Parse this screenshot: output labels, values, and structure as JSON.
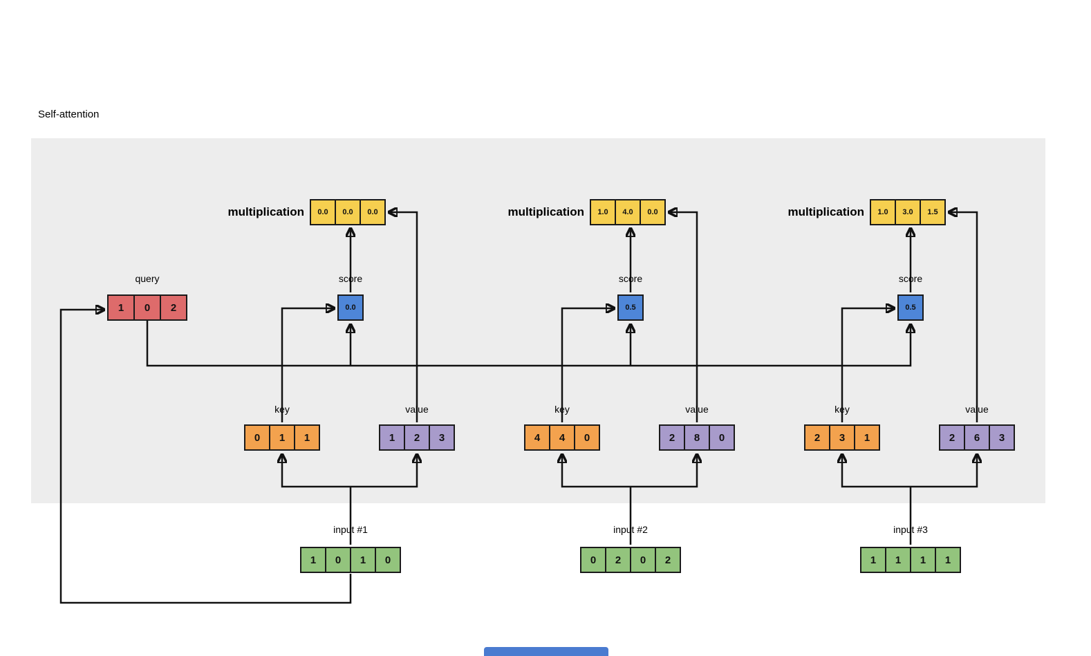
{
  "title": "Self-attention",
  "labels": {
    "multiplication": "multiplication",
    "score": "score",
    "key": "key",
    "value": "value"
  },
  "query": {
    "label": "query",
    "values": [
      "1",
      "0",
      "2"
    ]
  },
  "columns": [
    {
      "multiplication": [
        "0.0",
        "0.0",
        "0.0"
      ],
      "score": "0.0",
      "key": [
        "0",
        "1",
        "1"
      ],
      "value": [
        "1",
        "2",
        "3"
      ],
      "input_label": "input #1",
      "input": [
        "1",
        "0",
        "1",
        "0"
      ]
    },
    {
      "multiplication": [
        "1.0",
        "4.0",
        "0.0"
      ],
      "score": "0.5",
      "key": [
        "4",
        "4",
        "0"
      ],
      "value": [
        "2",
        "8",
        "0"
      ],
      "input_label": "input #2",
      "input": [
        "0",
        "2",
        "0",
        "2"
      ]
    },
    {
      "multiplication": [
        "1.0",
        "3.0",
        "1.5"
      ],
      "score": "0.5",
      "key": [
        "2",
        "3",
        "1"
      ],
      "value": [
        "2",
        "6",
        "3"
      ],
      "input_label": "input #3",
      "input": [
        "1",
        "1",
        "1",
        "1"
      ]
    }
  ],
  "colors": {
    "multiplication": "#F6CF4F",
    "score": "#4E86D8",
    "key": "#F3A24E",
    "value": "#A89BCB",
    "input": "#93C47D",
    "query": "#DE6B6B",
    "panel": "#EDEDED",
    "accent_bar": "#4A7BD0"
  }
}
